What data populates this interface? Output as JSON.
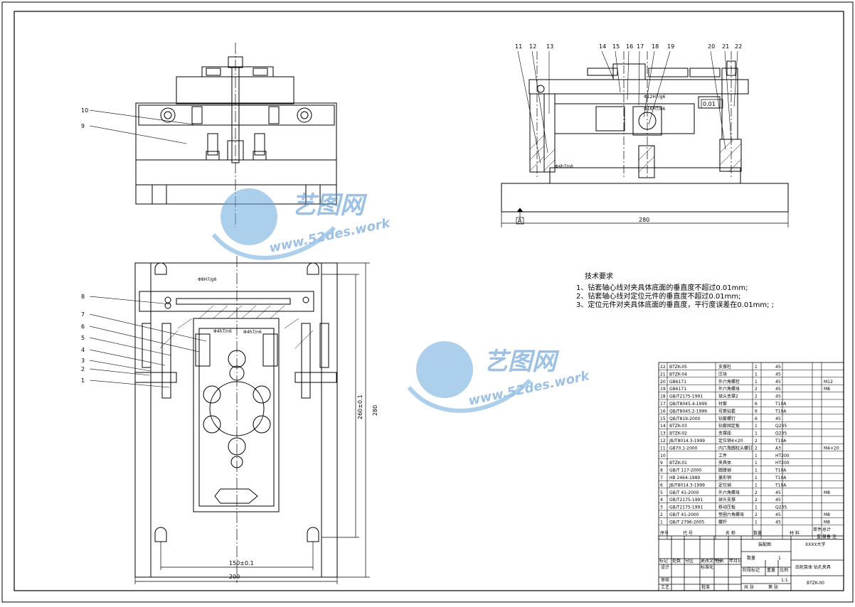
{
  "sheet": {
    "dimensions": {
      "top_view_width": "280",
      "bottom_view_width": "200",
      "bottom_view_inner_width": "150±0.1",
      "bottom_view_height": "280",
      "bottom_view_inner_height": "260±0.1",
      "fit_8h7": "Φ8H7/g6",
      "fit_4h7_a": "Φ4h7/n6",
      "fit_4h7_b": "Φ4h7/n6",
      "fit_12h7": "Φ12H7/g6",
      "fit_16": "Φ16H7/n6",
      "fit_4h7_top": "Φ4h7/n6",
      "tolerance": "0.01",
      "datum": "A"
    },
    "left_balloons": [
      "10",
      "9",
      "8",
      "7",
      "6",
      "5",
      "4",
      "3",
      "2",
      "1"
    ],
    "top_balloons": [
      "11",
      "12",
      "13",
      "14",
      "15",
      "16",
      "17",
      "18",
      "19",
      "20",
      "21",
      "22"
    ],
    "tech_title": "技术要求",
    "tech_lines": [
      "1、钻套轴心线对夹具体底面的垂直度不超过0.01mm;",
      "2、钻套轴心线对定位元件的垂直度不超过0.01mm;",
      "3、定位元件对夹具体底面的垂直度，平行度误差在0.01mm; ;"
    ],
    "watermark_cn": "艺图网",
    "watermark_url": "www.52des.work",
    "bom": [
      {
        "no": "22",
        "code": "BTZK-05",
        "name": "支撑柱",
        "qty": "1",
        "mat": "45",
        "note": ""
      },
      {
        "no": "21",
        "code": "BTZK-04",
        "name": "压块",
        "qty": "1",
        "mat": "45",
        "note": ""
      },
      {
        "no": "20",
        "code": "GB6171",
        "name": "外六角螺栓",
        "qty": "1",
        "mat": "45",
        "note": "M12"
      },
      {
        "no": "19",
        "code": "GB6171",
        "name": "外六角螺母",
        "qty": "2",
        "mat": "45",
        "note": "M8"
      },
      {
        "no": "18",
        "code": "GB/T2175-1991",
        "name": "球头支撑2",
        "qty": "2",
        "mat": "45",
        "note": ""
      },
      {
        "no": "17",
        "code": "QB/T8045.4-1999",
        "name": "衬套",
        "qty": "6",
        "mat": "T10A",
        "note": ""
      },
      {
        "no": "16",
        "code": "QB/T8045.2-1999",
        "name": "可换钻套",
        "qty": "6",
        "mat": "T10A",
        "note": ""
      },
      {
        "no": "15",
        "code": "QB/T819-2000",
        "name": "钻套螺钉",
        "qty": "6",
        "mat": "45",
        "note": ""
      },
      {
        "no": "14",
        "code": "BTZK-03",
        "name": "钻套固定板",
        "qty": "1",
        "mat": "Q235",
        "note": ""
      },
      {
        "no": "13",
        "code": "BTZK-02",
        "name": "支撑座",
        "qty": "1",
        "mat": "Q235",
        "note": ""
      },
      {
        "no": "12",
        "code": "JB/T8014.3-1999",
        "name": "定位销4×20",
        "qty": "2",
        "mat": "T10A",
        "note": ""
      },
      {
        "no": "11",
        "code": "GB70.1-2000",
        "name": "内六角圆柱头螺钉",
        "qty": "2",
        "mat": "A3",
        "note": "M4×20"
      },
      {
        "no": "10",
        "code": "",
        "name": "工件",
        "qty": "1",
        "mat": "HT200",
        "note": ""
      },
      {
        "no": "9",
        "code": "BTZK-01",
        "name": "夹具体",
        "qty": "1",
        "mat": "HT200",
        "note": ""
      },
      {
        "no": "8",
        "code": "GB/T 117-2000",
        "name": "圆锥销",
        "qty": "1",
        "mat": "T10A",
        "note": ""
      },
      {
        "no": "7",
        "code": "HB 2464-1989",
        "name": "菱形销",
        "qty": "1",
        "mat": "T10A",
        "note": ""
      },
      {
        "no": "6",
        "code": "JB/T8014.3-1999",
        "name": "定位销",
        "qty": "1",
        "mat": "T10A",
        "note": ""
      },
      {
        "no": "5",
        "code": "GB/T 41-2000",
        "name": "外六角螺母",
        "qty": "2",
        "mat": "45",
        "note": "M8"
      },
      {
        "no": "4",
        "code": "GB/T2175-1991",
        "name": "球头支撑",
        "qty": "2",
        "mat": "45",
        "note": ""
      },
      {
        "no": "3",
        "code": "GB/T2175-1991",
        "name": "移动压板",
        "qty": "1",
        "mat": "Q235",
        "note": ""
      },
      {
        "no": "2",
        "code": "GB/T 41-2000",
        "name": "垫圈六角螺母",
        "qty": "2",
        "mat": "45",
        "note": "M8"
      },
      {
        "no": "1",
        "code": "QB/T 2796-2005",
        "name": "螺杆",
        "qty": "1",
        "mat": "45",
        "note": "M8"
      }
    ],
    "bom_header": {
      "no": "序号",
      "code": "代 号",
      "name": "名 称",
      "qty": "数量",
      "mat": "材 料",
      "w1": "单件",
      "w2": "总计",
      "weight": "重 量",
      "note": "备 注"
    },
    "title_block": {
      "drawing_name": "装配图",
      "school": "XXXX大学",
      "qty_label": "数量",
      "qty_val": "1",
      "product": "齿轮泵体 钻孔夹具",
      "stage_label": "阶段标记",
      "weight_label": "重量",
      "scale_label": "比例",
      "scale_val": "1:1",
      "code": "BTZK-00",
      "row_labels": [
        "标记",
        "处数",
        "分区",
        "更改文件号",
        "签名",
        "年月日"
      ],
      "design": "设计",
      "standard": "标准化",
      "review": "审核",
      "process": "工艺",
      "approve": "批准",
      "sheets_total": "共 张",
      "sheet_no": "第 张"
    }
  }
}
